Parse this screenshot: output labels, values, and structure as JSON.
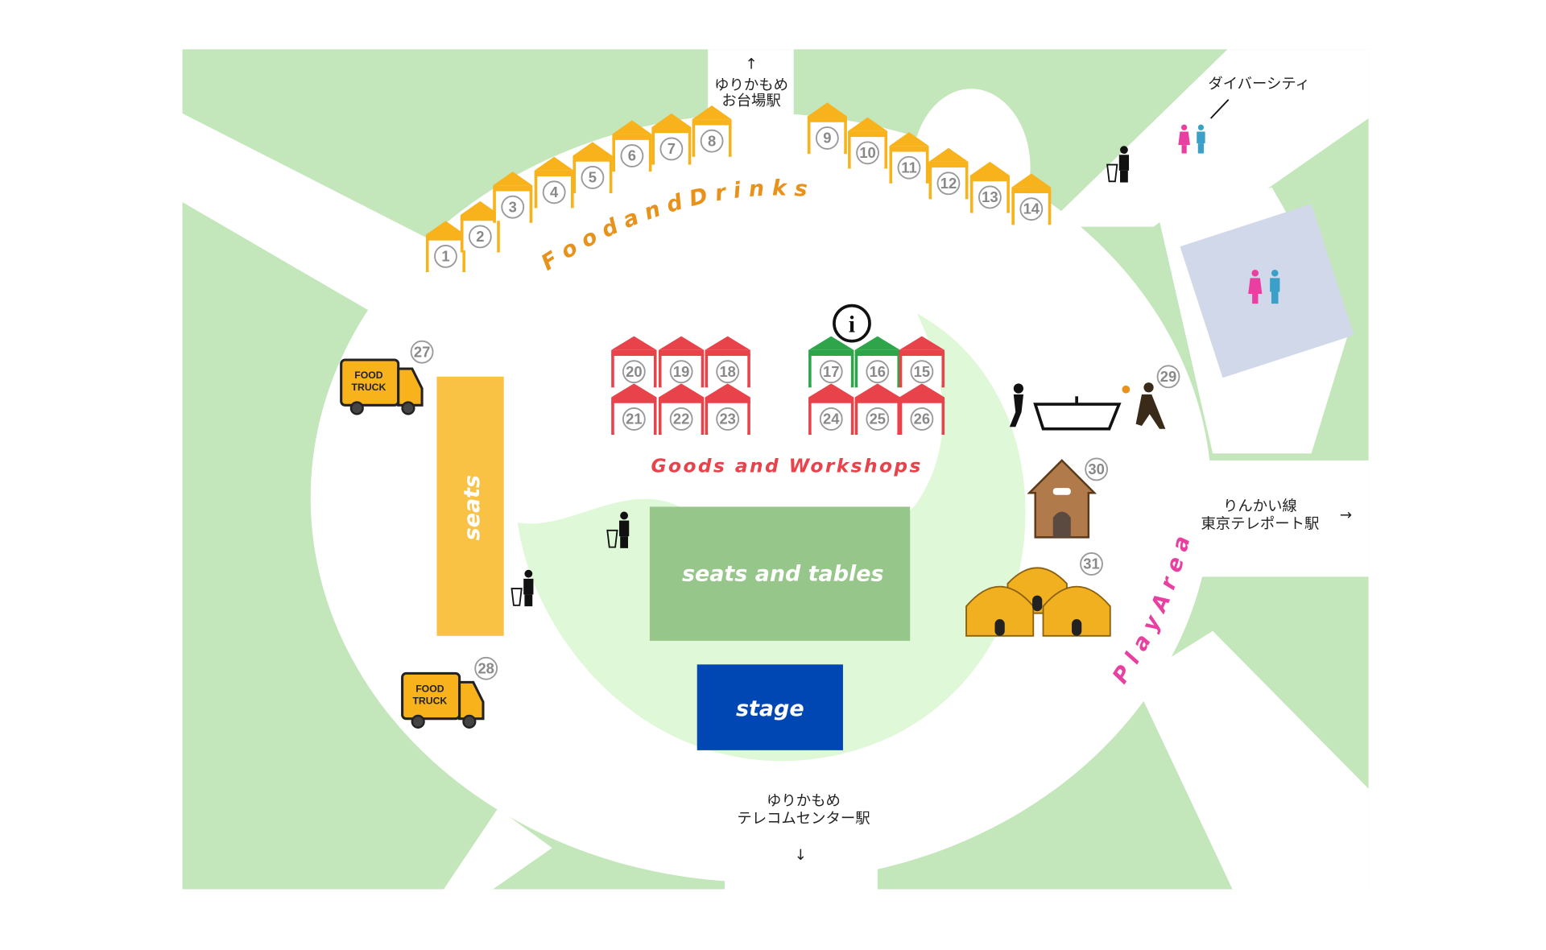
{
  "stations": {
    "odaiba": [
      "ゆりかもめ",
      "お台場駅"
    ],
    "diver_city": "ダイバーシティ",
    "telecom": [
      "ゆりかもめ",
      "テレコムセンター駅"
    ],
    "teleport": [
      "りんかい線",
      "東京テレポート駅"
    ]
  },
  "zones": {
    "food_drinks": "F o o d   a n d   D r i n k s",
    "goods_workshops": "Goods and Workshops",
    "seats": "seats",
    "seats_tables": "seats and tables",
    "stage": "stage",
    "play_area": "P l a y   A r e a"
  },
  "food_tents": [
    "1",
    "2",
    "3",
    "4",
    "5",
    "6",
    "7",
    "8",
    "9",
    "10",
    "11",
    "12",
    "13",
    "14"
  ],
  "goods_tents": [
    "20",
    "19",
    "18",
    "21",
    "22",
    "23",
    "17",
    "16",
    "15",
    "24",
    "25",
    "26"
  ],
  "food_trucks": [
    {
      "num": "27",
      "label": [
        "FOOD",
        "TRUCK"
      ]
    },
    {
      "num": "28",
      "label": [
        "FOOD",
        "TRUCK"
      ]
    }
  ],
  "play_spots": [
    "29",
    "30",
    "31"
  ],
  "colors": {
    "grass": "#c3e6bb",
    "inner": "#dff8d8",
    "seats": "#f9c244",
    "tables": "#97c68a",
    "stage": "#0047b3",
    "food_tent": "#f7b21c",
    "goods_tent": "#e8424a",
    "info_tent": "#2ea54a",
    "restroom": "#d0d8ea"
  }
}
